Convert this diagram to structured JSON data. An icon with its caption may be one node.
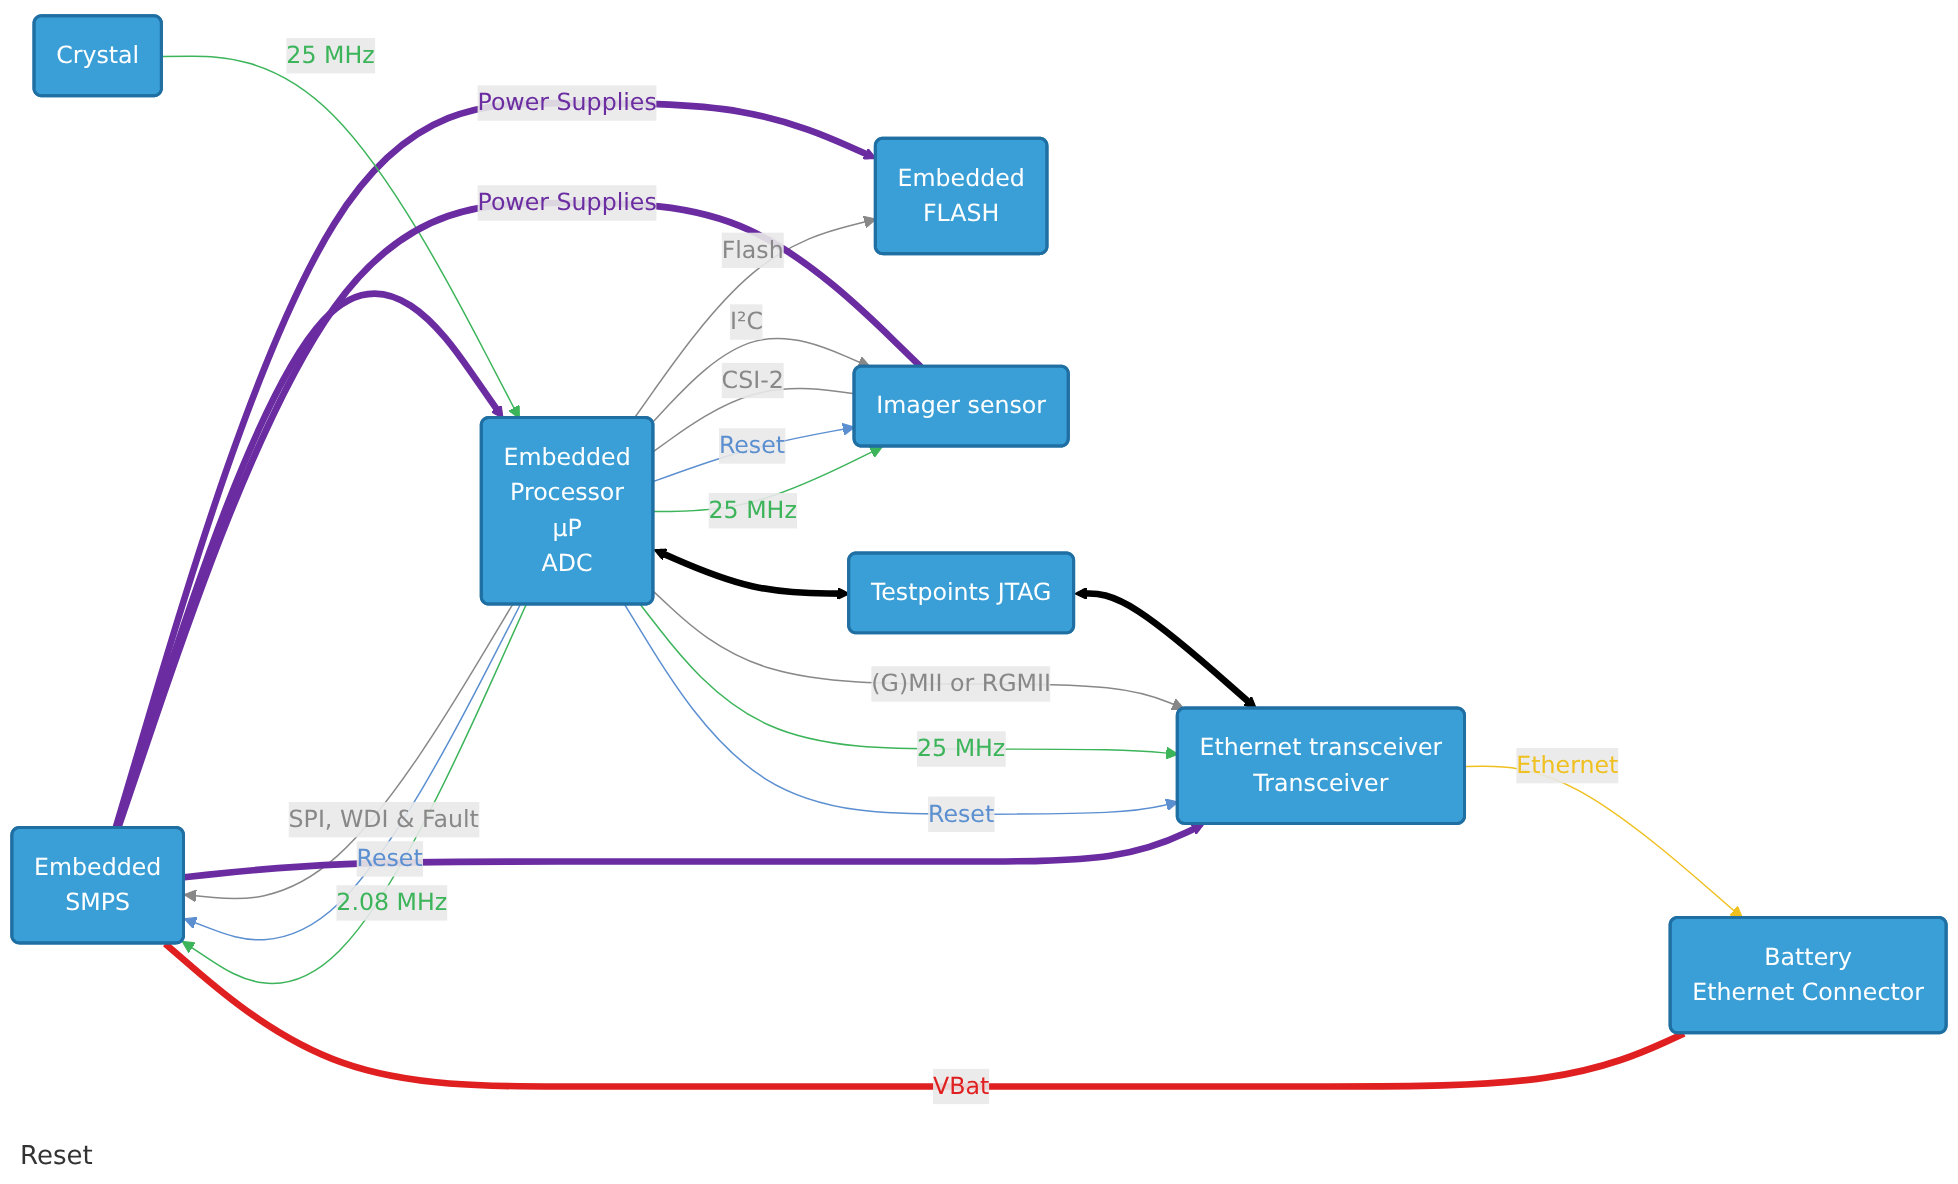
{
  "diagram": {
    "nodes": [
      {
        "text": [
          "Embedded",
          "FLASH"
        ]
      },
      {
        "text": [
          "Embedded",
          "SMPS"
        ]
      },
      {
        "text": [
          "Crystal"
        ]
      },
      {
        "text": [
          "Embedded",
          "Processor",
          "µP",
          "ADC"
        ]
      },
      {
        "text": [
          "Imager sensor"
        ]
      },
      {
        "text": [
          "Testpoints JTAG"
        ]
      },
      {
        "text": [
          "Ethernet transceiver",
          "Transceiver"
        ]
      },
      {
        "text": [
          "Battery",
          "Ethernet Connector"
        ]
      }
    ],
    "edges": [
      {
        "from": 1,
        "to": 0,
        "arrow": "to",
        "label": "Power Supplies",
        "style": "thick",
        "color": "#6a2ca0"
      },
      {
        "from": 1,
        "to": 3,
        "arrow": "to",
        "style": "thick",
        "color": "#6a2ca0"
      },
      {
        "from": 3,
        "to": 0,
        "arrow": "to",
        "label": "Flash"
      },
      {
        "from": 3,
        "to": 1,
        "arrow": "to",
        "label": "SPI, WDI & Fault"
      },
      {
        "from": 3,
        "to": 1,
        "arrow": "to",
        "label": "Reset",
        "color": "#5b8fd0"
      },
      {
        "from": 3,
        "to": 1,
        "arrow": "to",
        "label": "2.08 MHz",
        "color": "#3cb45a"
      },
      {
        "from": 2,
        "to": 3,
        "arrow": "to",
        "label": "25 MHz",
        "color": "#3cb45a"
      },
      {
        "from": 3,
        "to": 4,
        "arrow": "to",
        "label": "I²C"
      },
      {
        "from": 3,
        "to": 4,
        "arrow": "none",
        "label": "CSI-2"
      },
      {
        "from": 3,
        "to": 4,
        "arrow": "to",
        "label": "Reset",
        "color": "#5b8fd0"
      },
      {
        "from": 3,
        "to": 4,
        "arrow": "to",
        "label": "25 MHz",
        "color": "#3cb45a"
      },
      {
        "from": 1,
        "to": 4,
        "arrow": "none",
        "label": "Power Supplies",
        "style": "thick",
        "color": "#6a2ca0"
      },
      {
        "from": 1,
        "to": 6,
        "arrow": "to",
        "style": "thick",
        "color": "#6a2ca0"
      },
      {
        "from": 3,
        "to": 5,
        "arrow": "both",
        "style": "thick",
        "color": "#000000"
      },
      {
        "from": 5,
        "to": 6,
        "arrow": "both",
        "style": "thick",
        "color": "#000000"
      },
      {
        "from": 3,
        "to": 6,
        "arrow": "to",
        "label": "(G)MII or RGMII"
      },
      {
        "from": 3,
        "to": 6,
        "arrow": "to",
        "label": "25 MHz",
        "color": "#3cb45a"
      },
      {
        "from": 3,
        "to": 6,
        "arrow": "to",
        "label": "Reset",
        "color": "#5b8fd0"
      },
      {
        "from": 6,
        "to": 7,
        "arrow": "to",
        "label": "Ethernet",
        "color": "#f0c020"
      },
      {
        "from": 7,
        "to": 1,
        "arrow": "none",
        "label": "VBat",
        "style": "thick",
        "color": "#e02020"
      }
    ],
    "labels": [
      "Reset"
    ]
  }
}
